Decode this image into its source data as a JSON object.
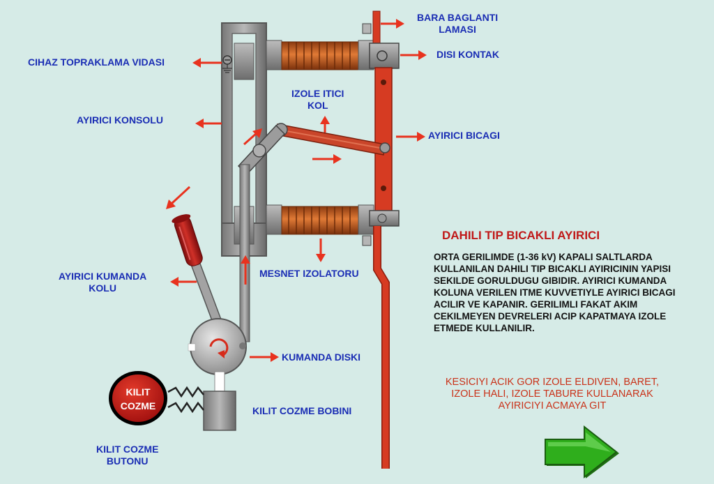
{
  "labels": {
    "bara_baglanti_lamasi": [
      "BARA BAGLANTI",
      "LAMASI"
    ],
    "disi_kontak": "DISI KONTAK",
    "cihaz_topraklama_vidasi": "CIHAZ TOPRAKLAMA VIDASI",
    "izole_itici_kol": [
      "IZOLE ITICI",
      "KOL"
    ],
    "ayirici_konsolu": "AYIRICI KONSOLU",
    "ayirici_bicagi": "AYIRICI BICAGI",
    "mesnet_izolatoru": "MESNET IZOLATORU",
    "ayirici_kumanda_kolu": [
      "AYIRICI KUMANDA",
      "KOLU"
    ],
    "kumanda_diski": "KUMANDA DISKI",
    "kilit_cozme_bobini": "KILIT COZME BOBINI",
    "kilit_cozme_butonu": [
      "KILIT COZME",
      "BUTONU"
    ]
  },
  "unlock_button": [
    "KILIT",
    "COZME"
  ],
  "info": {
    "title": "DAHILI TIP BICAKLI AYIRICI",
    "body": "ORTA GERILIMDE (1-36 kV) KAPALI SALTLARDA KULLANILAN DAHILI TIP BICAKLI AYIRICININ YAPISI SEKILDE GORULDUGU GIBIDIR. AYIRICI KUMANDA KOLUNA VERILEN ITME KUVVETIYLE AYIRICI BICAGI ACILIR VE KAPANIR. GERILIMLI FAKAT AKIM CEKILMEYEN DEVRELERI ACIP KAPATMAYA IZOLE ETMEDE KULLANILIR.",
    "warning": "KESICIYI ACIK GOR IZOLE ELDIVEN, BARET, IZOLE HALI, IZOLE TABURE KULLANARAK AYIRICIYI ACMAYA GIT"
  },
  "navigation": {
    "next_icon": "arrow-right-icon"
  },
  "colors": {
    "background": "#d6ebe7",
    "label_blue": "#1a2db4",
    "arrow_red": "#e8321e",
    "insulator_orange": "#c65a1c",
    "blade_red": "#d63b22",
    "title_red": "#c01818",
    "button_red": "#c21313",
    "next_green": "#2fae1c"
  }
}
